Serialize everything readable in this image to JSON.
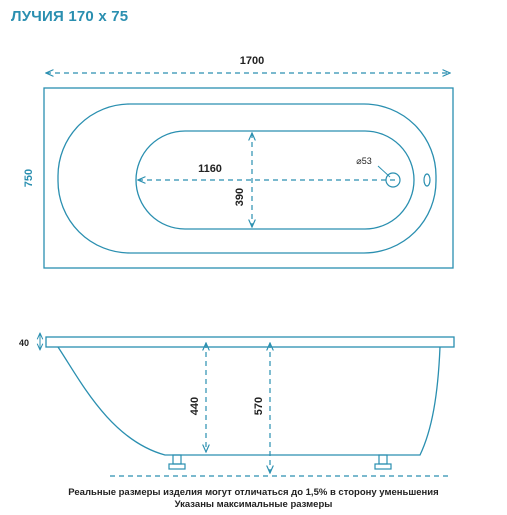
{
  "title": "ЛУЧИЯ 170 x 75",
  "colors": {
    "accent": "#2a8fb0",
    "outline": "#2a8fb0",
    "text": "#222222"
  },
  "dimensions": {
    "length": "1700",
    "width": "750",
    "inner_length": "1160",
    "inner_width": "390",
    "drain": "⌀53",
    "rim_height": "40",
    "depth": "440",
    "total_height": "570"
  },
  "notes": {
    "line1": "Реальные размеры изделия могут отличаться до 1,5% в сторону уменьшения",
    "line2": "Указаны максимальные размеры"
  }
}
